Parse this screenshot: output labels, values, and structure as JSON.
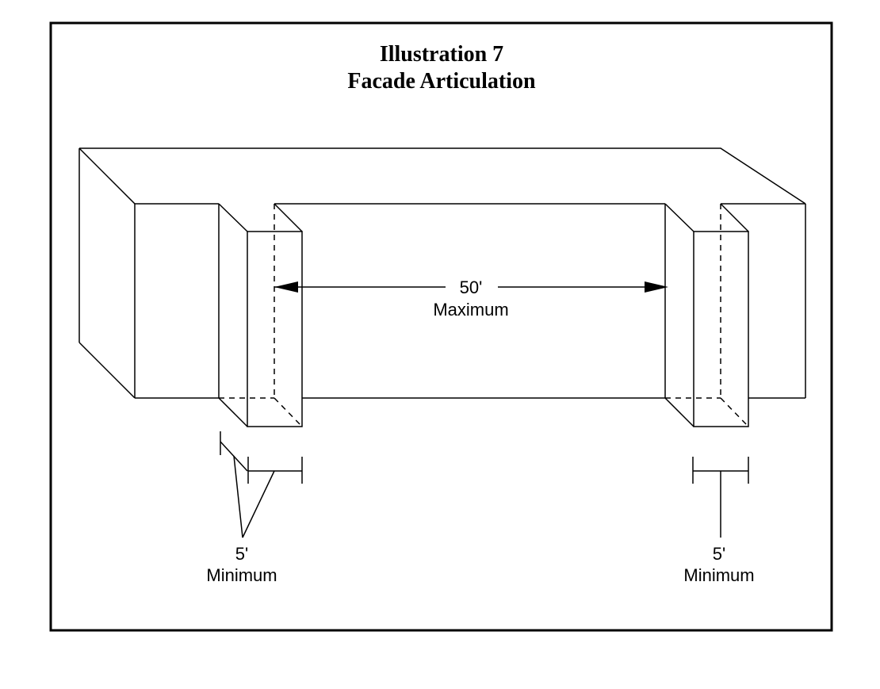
{
  "figure": {
    "title_line1": "Illustration 7",
    "title_line2": "Facade Articulation"
  },
  "dimensions": {
    "span": {
      "value": "50'",
      "label": "Maximum"
    },
    "left_offset": {
      "value": "5'",
      "label": "Minimum"
    },
    "right_offset": {
      "value": "5'",
      "label": "Minimum"
    }
  },
  "colors": {
    "ink": "#000000",
    "paper": "#ffffff"
  }
}
